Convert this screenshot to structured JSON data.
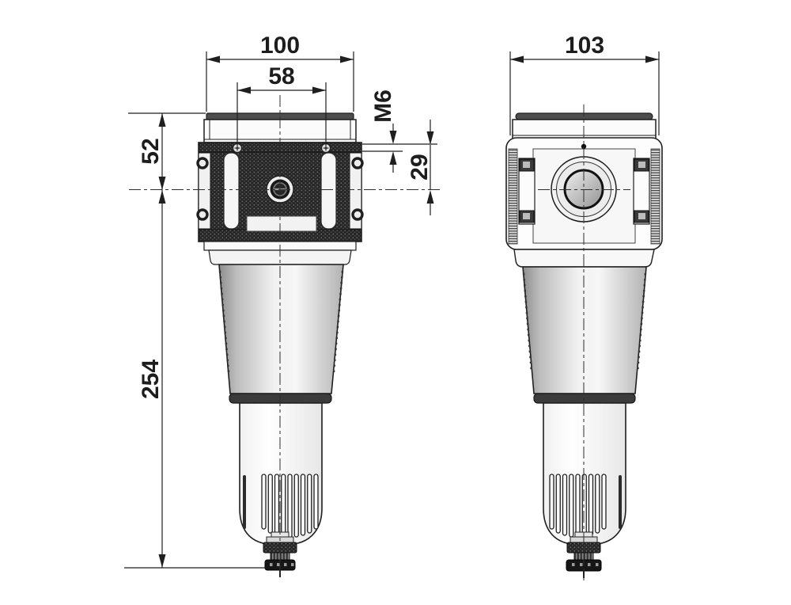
{
  "drawing": {
    "background": "#ffffff",
    "line_color": "#1f1f1f",
    "views": {
      "front": "front-view",
      "side": "side-view"
    },
    "dimensions": {
      "front_overall_width": "100",
      "front_mounting_hole_spacing": "58",
      "front_top_to_port_center": "52",
      "front_port_center_to_bottom": "254",
      "front_mounting_thread": "M6",
      "front_top_face_to_port_center": "29",
      "side_overall_width": "103"
    }
  }
}
